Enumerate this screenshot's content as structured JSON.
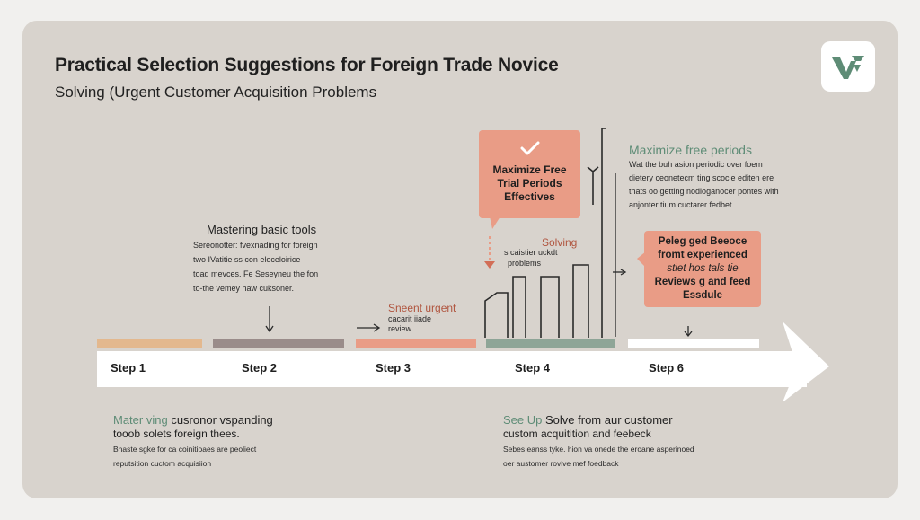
{
  "header": {
    "title": "Practical Selection Suggestions for Foreign Trade Novice",
    "subtitle": "Solving (Urgent Customer Acquisition Problems"
  },
  "icons": {
    "logo": "brand-logo-icon",
    "check": "checkmark-icon"
  },
  "colors": {
    "card_bg": "#d8d3cd",
    "salmon": "#e99c86",
    "green": "#5e8c76",
    "mauve": "#9a8c8a",
    "sand": "#e3b88e"
  },
  "basic_tools": {
    "title": "Mastering basic tools",
    "body": [
      "Sereonotter: fvexnading for foreign",
      "two IVatitie ss con eloceloirice",
      "toad mevces. Fe Seseyneu the fon",
      "to-the vemey haw cuksoner."
    ]
  },
  "urgent_review": {
    "title": "Sneent urgent",
    "body": [
      "cacarit iiade",
      "review"
    ]
  },
  "trial_callout": {
    "lines": [
      "Maximize Free",
      "Trial Periods",
      "Effectives"
    ]
  },
  "solving_note": {
    "title": "Solving",
    "body": [
      "s caistier uckdt",
      "problems"
    ]
  },
  "free_periods": {
    "title": "Maximize free periods",
    "body": [
      "Wat the buh asion periodic over foem",
      "dietery ceonetecm ting scocie editen ere",
      "thats oo getting nodioganocer pontes with",
      "anjonter tium cuctarer fedbet."
    ]
  },
  "feedback_callout": {
    "lines": [
      "Peleg ged Beeoce",
      "fromt experienced",
      "stiet hos tals tie",
      "Reviews g and feed",
      "Essdule"
    ]
  },
  "steps": [
    "Step 1",
    "Step 2",
    "Step 3",
    "Step 4",
    "Step 6"
  ],
  "bottom_left": {
    "title_green": "Mater ving",
    "title_rest": "cusronor vspanding",
    "subtitle": "tooob solets foreign thees.",
    "body": [
      "Bhaste sgke for ca coinitioaes are peoliect",
      "reputsition cuctom acquisiion"
    ]
  },
  "bottom_right": {
    "title_green": "See Up",
    "title_rest": "Solve from aur customer",
    "subtitle": "custom acquitition and feebeck",
    "body": [
      "Sebes eanss tyke. hion va onede the eroane asperinoed",
      "oer austomer rovive mef foedback"
    ]
  }
}
